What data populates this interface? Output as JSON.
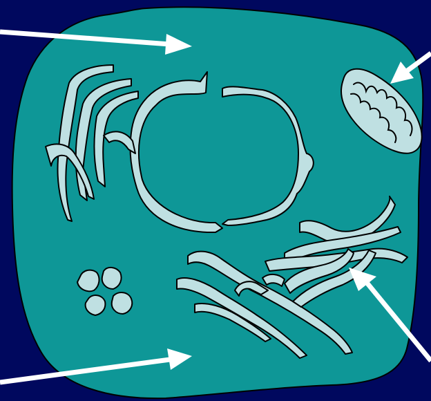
{
  "diagram": {
    "subject": "animal cell",
    "colors": {
      "background": "#00085e",
      "cytoplasm": "#0e9797",
      "organelles": "#bfe0e2",
      "outline": "#000000",
      "pointers": "#ffffff"
    },
    "structures": [
      {
        "id": "cell-membrane",
        "kind": "outline"
      },
      {
        "id": "cytoplasm",
        "kind": "region"
      },
      {
        "id": "nucleus",
        "kind": "organelle"
      },
      {
        "id": "rough-endoplasmic-reticulum",
        "kind": "organelle"
      },
      {
        "id": "golgi-apparatus",
        "kind": "organelle"
      },
      {
        "id": "mitochondrion",
        "kind": "organelle"
      },
      {
        "id": "lysosomes",
        "kind": "organelle",
        "count": 4
      }
    ],
    "pointers": [
      {
        "id": "pointer-top-left",
        "target": "cytoplasm",
        "label": ""
      },
      {
        "id": "pointer-top-right",
        "target": "mitochondrion",
        "label": ""
      },
      {
        "id": "pointer-bottom-right",
        "target": "golgi-apparatus",
        "label": ""
      },
      {
        "id": "pointer-bottom-left",
        "target": "cytoplasm",
        "label": ""
      }
    ]
  }
}
